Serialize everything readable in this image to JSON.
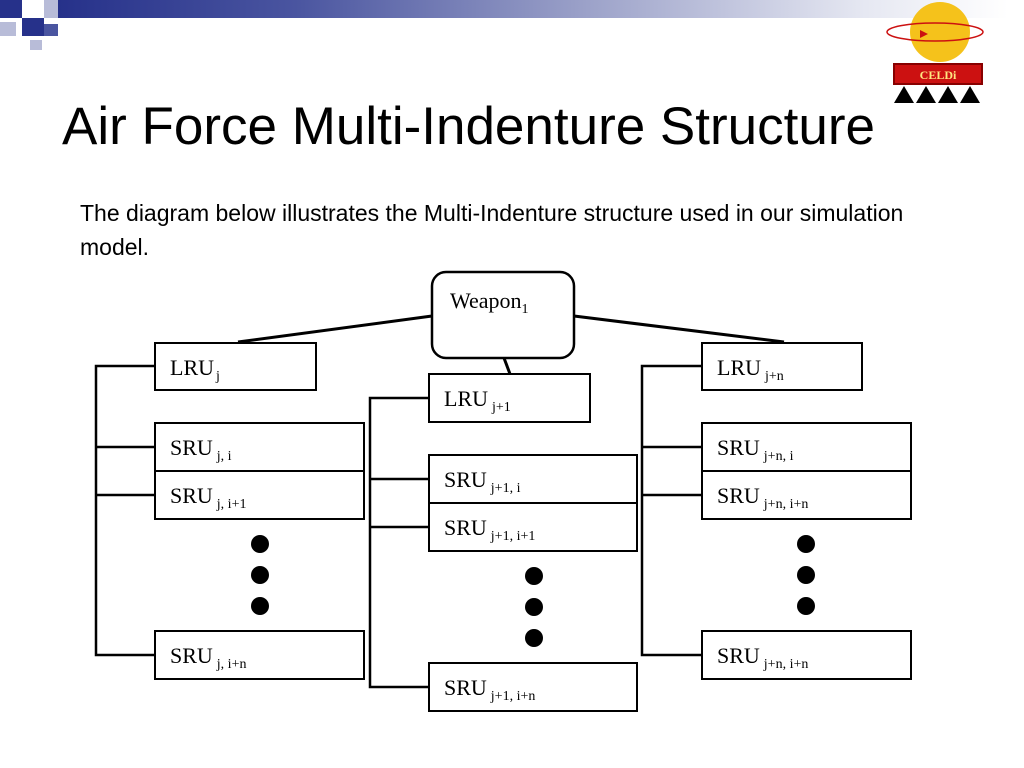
{
  "slide": {
    "title": "Air Force Multi-Indenture Structure",
    "description": "The diagram below illustrates the Multi-Indenture structure used in our simulation model.",
    "logo_text": "CELDi"
  },
  "diagram": {
    "root": {
      "main": "Weapon",
      "sub": "1"
    },
    "columns": [
      {
        "lru": {
          "main": "LRU",
          "sub": "j"
        },
        "srus": [
          {
            "main": "SRU",
            "sub": "j, i"
          },
          {
            "main": "SRU",
            "sub": "j, i+1"
          },
          {
            "main": "SRU",
            "sub": "j, i+n"
          }
        ]
      },
      {
        "lru": {
          "main": "LRU",
          "sub": "j+1"
        },
        "srus": [
          {
            "main": "SRU",
            "sub": "j+1, i"
          },
          {
            "main": "SRU",
            "sub": "j+1, i+1"
          },
          {
            "main": "SRU",
            "sub": "j+1, i+n"
          }
        ]
      },
      {
        "lru": {
          "main": "LRU",
          "sub": "j+n"
        },
        "srus": [
          {
            "main": "SRU",
            "sub": "j+n, i"
          },
          {
            "main": "SRU",
            "sub": "j+n, i+n"
          },
          {
            "main": "SRU",
            "sub": "j+n, i+n"
          }
        ]
      }
    ]
  },
  "colors": {
    "line": "#000000",
    "accent": "#26318a",
    "logo_red": "#cc1111",
    "logo_sun": "#f5c21b"
  }
}
